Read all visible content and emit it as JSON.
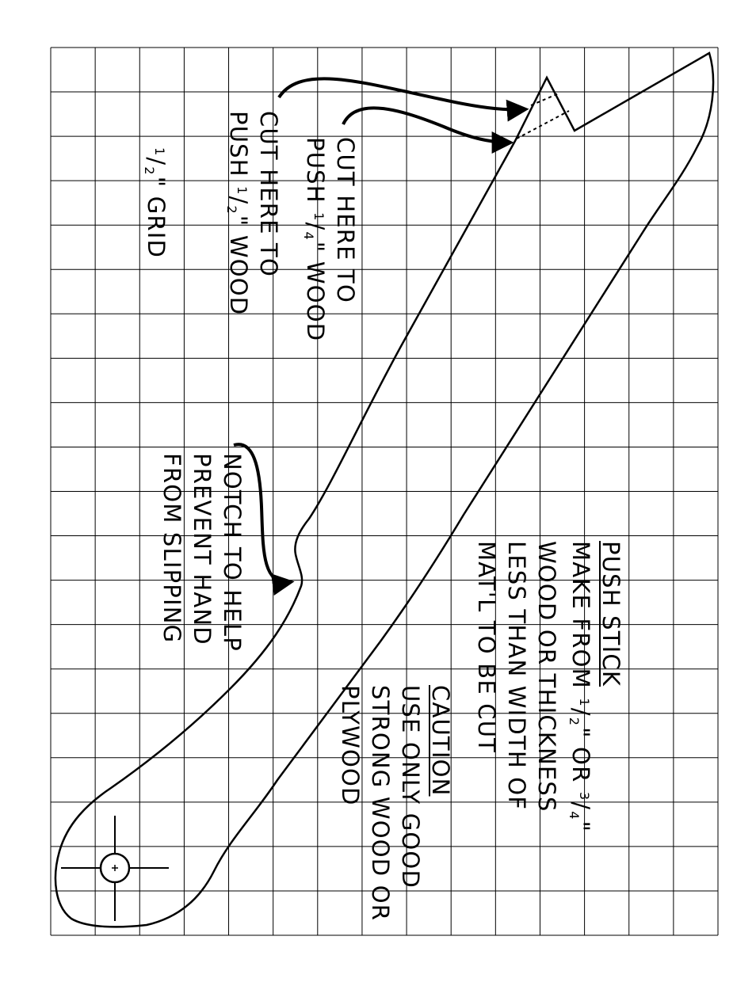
{
  "title": "PUSH STICK",
  "instructions": [
    "MAKE FROM 1/2\" OR 3/4\"",
    "WOOD OR THICKNESS",
    "LESS THAN WIDTH OF",
    "MAT'L TO BE CUT"
  ],
  "caution": {
    "heading": "CAUTION",
    "lines": [
      "USE ONLY GOOD",
      "STRONG WOOD OR",
      "PLYWOOD"
    ]
  },
  "callouts": {
    "cut_quarter": [
      "CUT HERE TO",
      "PUSH 1/4\" WOOD"
    ],
    "cut_half": [
      "CUT HERE TO",
      "PUSH 1/2\" WOOD"
    ],
    "notch": [
      "NOTCH TO HELP",
      "PREVENT HAND",
      "FROM SLIPPING"
    ]
  },
  "grid_label": "1/2\" GRID",
  "colors": {
    "ink": "#000000",
    "paper": "#ffffff"
  }
}
